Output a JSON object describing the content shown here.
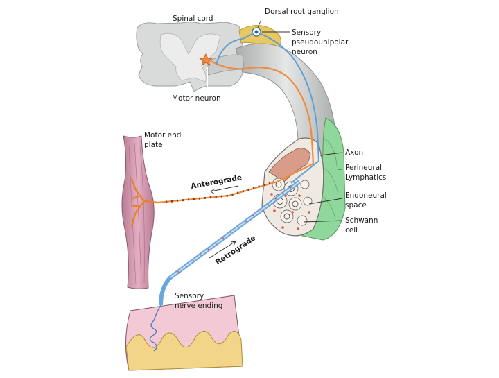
{
  "labels": {
    "spinal_cord": "Spinal cord",
    "dorsal_root_ganglion": "Dorsal root ganglion",
    "sensory_1": "Sensory",
    "sensory_2": "pseudounipolar",
    "sensory_3": "neuron",
    "motor_neuron": "Motor neuron",
    "motor_end_1": "Motor end",
    "motor_end_2": "plate",
    "axon": "Axon",
    "perineural_1": "Perineural",
    "perineural_2": "Lymphatics",
    "endoneural_1": "Endoneural",
    "endoneural_2": "space",
    "schwann_1": "Schwann",
    "schwann_2": "cell",
    "sensory_ending_1": "Sensory",
    "sensory_ending_2": "nerve ending",
    "anterograde": "Anterograde",
    "retrograde": "Retrograde"
  },
  "colors": {
    "spinal_grey": "#d7d9d8",
    "ganglion": "#e8c860",
    "motor_orange": "#f08a3c",
    "sensory_blue": "#6aa6dc",
    "muscle_pink": "#d79ab2",
    "skin_pink": "#f4c9d6",
    "lymph_green": "#86d48f",
    "nerve_grey": "#c9cccb"
  }
}
